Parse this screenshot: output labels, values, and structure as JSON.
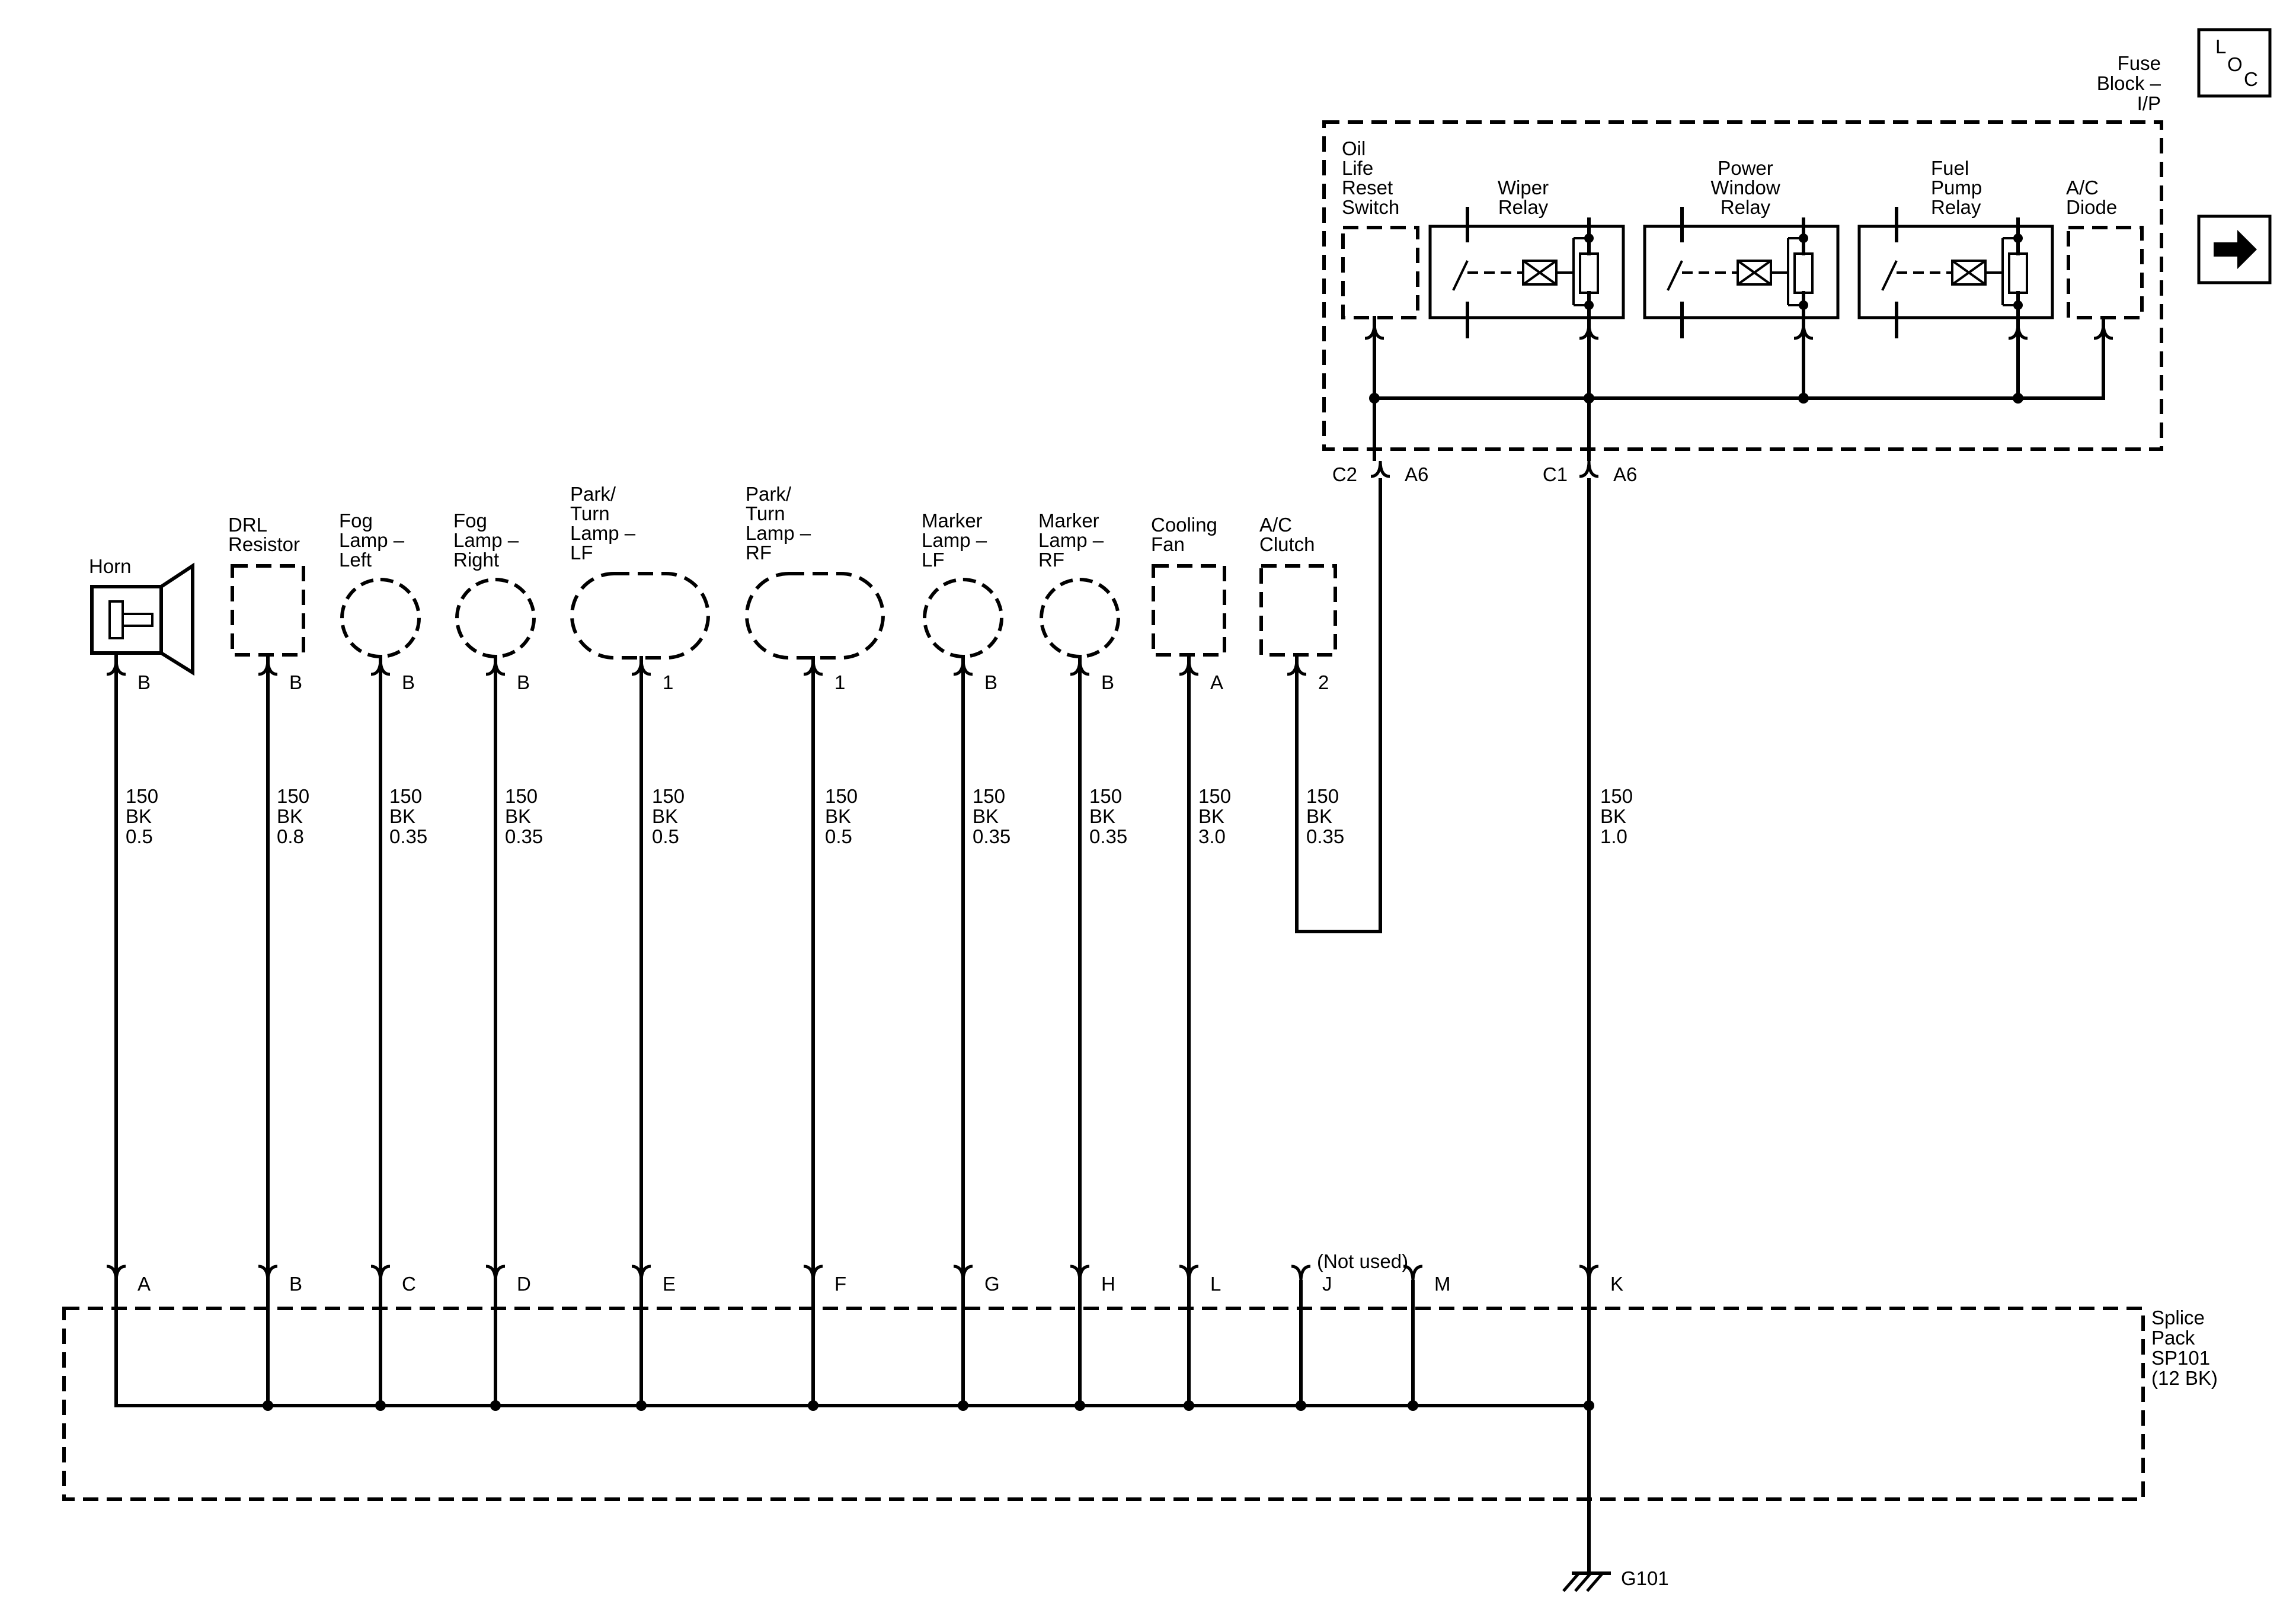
{
  "fuse_block": {
    "label": [
      "Fuse",
      "Block –",
      "I/P"
    ],
    "loc_icon": {
      "name": "loc-icon",
      "letters": [
        "L",
        "O",
        "C"
      ]
    },
    "nav_icon": "arrow-right-icon",
    "components": [
      {
        "id": "oil-life-reset-switch",
        "label": [
          "Oil",
          "Life",
          "Reset",
          "Switch"
        ]
      },
      {
        "id": "wiper-relay",
        "label": [
          "Wiper",
          "Relay"
        ]
      },
      {
        "id": "power-window-relay",
        "label": [
          "Power",
          "Window",
          "Relay"
        ]
      },
      {
        "id": "fuel-pump-relay",
        "label": [
          "Fuel",
          "Pump",
          "Relay"
        ]
      },
      {
        "id": "ac-diode",
        "label": [
          "A/C",
          "Diode"
        ]
      }
    ],
    "connectors": [
      {
        "id": "c2",
        "left": "C2",
        "right": "A6"
      },
      {
        "id": "c1",
        "left": "C1",
        "right": "A6"
      }
    ]
  },
  "components": [
    {
      "id": "horn",
      "label": [
        "Horn"
      ],
      "pin": "B",
      "wire": [
        "150",
        "BK",
        "0.5"
      ],
      "splice": "A"
    },
    {
      "id": "drl-resistor",
      "label": [
        "DRL",
        "Resistor"
      ],
      "pin": "B",
      "wire": [
        "150",
        "BK",
        "0.8"
      ],
      "splice": "B"
    },
    {
      "id": "fog-lamp-left",
      "label": [
        "Fog",
        "Lamp –",
        "Left"
      ],
      "pin": "B",
      "wire": [
        "150",
        "BK",
        "0.35"
      ],
      "splice": "C"
    },
    {
      "id": "fog-lamp-right",
      "label": [
        "Fog",
        "Lamp –",
        "Right"
      ],
      "pin": "B",
      "wire": [
        "150",
        "BK",
        "0.35"
      ],
      "splice": "D"
    },
    {
      "id": "park-turn-lamp-lf",
      "label": [
        "Park/",
        "Turn",
        "Lamp –",
        "LF"
      ],
      "pin": "1",
      "wire": [
        "150",
        "BK",
        "0.5"
      ],
      "splice": "E"
    },
    {
      "id": "park-turn-lamp-rf",
      "label": [
        "Park/",
        "Turn",
        "Lamp –",
        "RF"
      ],
      "pin": "1",
      "wire": [
        "150",
        "BK",
        "0.5"
      ],
      "splice": "F"
    },
    {
      "id": "marker-lamp-lf",
      "label": [
        "Marker",
        "Lamp –",
        "LF"
      ],
      "pin": "B",
      "wire": [
        "150",
        "BK",
        "0.35"
      ],
      "splice": "G"
    },
    {
      "id": "marker-lamp-rf",
      "label": [
        "Marker",
        "Lamp –",
        "RF"
      ],
      "pin": "B",
      "wire": [
        "150",
        "BK",
        "0.35"
      ],
      "splice": "H"
    },
    {
      "id": "cooling-fan",
      "label": [
        "Cooling",
        "Fan"
      ],
      "pin": "A",
      "wire": [
        "150",
        "BK",
        "3.0"
      ],
      "splice": "L"
    },
    {
      "id": "ac-clutch",
      "label": [
        "A/C",
        "Clutch"
      ],
      "pin": "2",
      "wire": [
        "150",
        "BK",
        "0.35"
      ]
    }
  ],
  "fuse_block_wire": [
    "150",
    "BK",
    "1.0"
  ],
  "splice_pack": {
    "label": [
      "Splice",
      "Pack",
      "SP101",
      "(12 BK)"
    ],
    "unused_note": "(Not used)",
    "unused_pins": [
      "J",
      "M"
    ],
    "ground_pin": "K"
  },
  "ground": {
    "label": "G101"
  }
}
